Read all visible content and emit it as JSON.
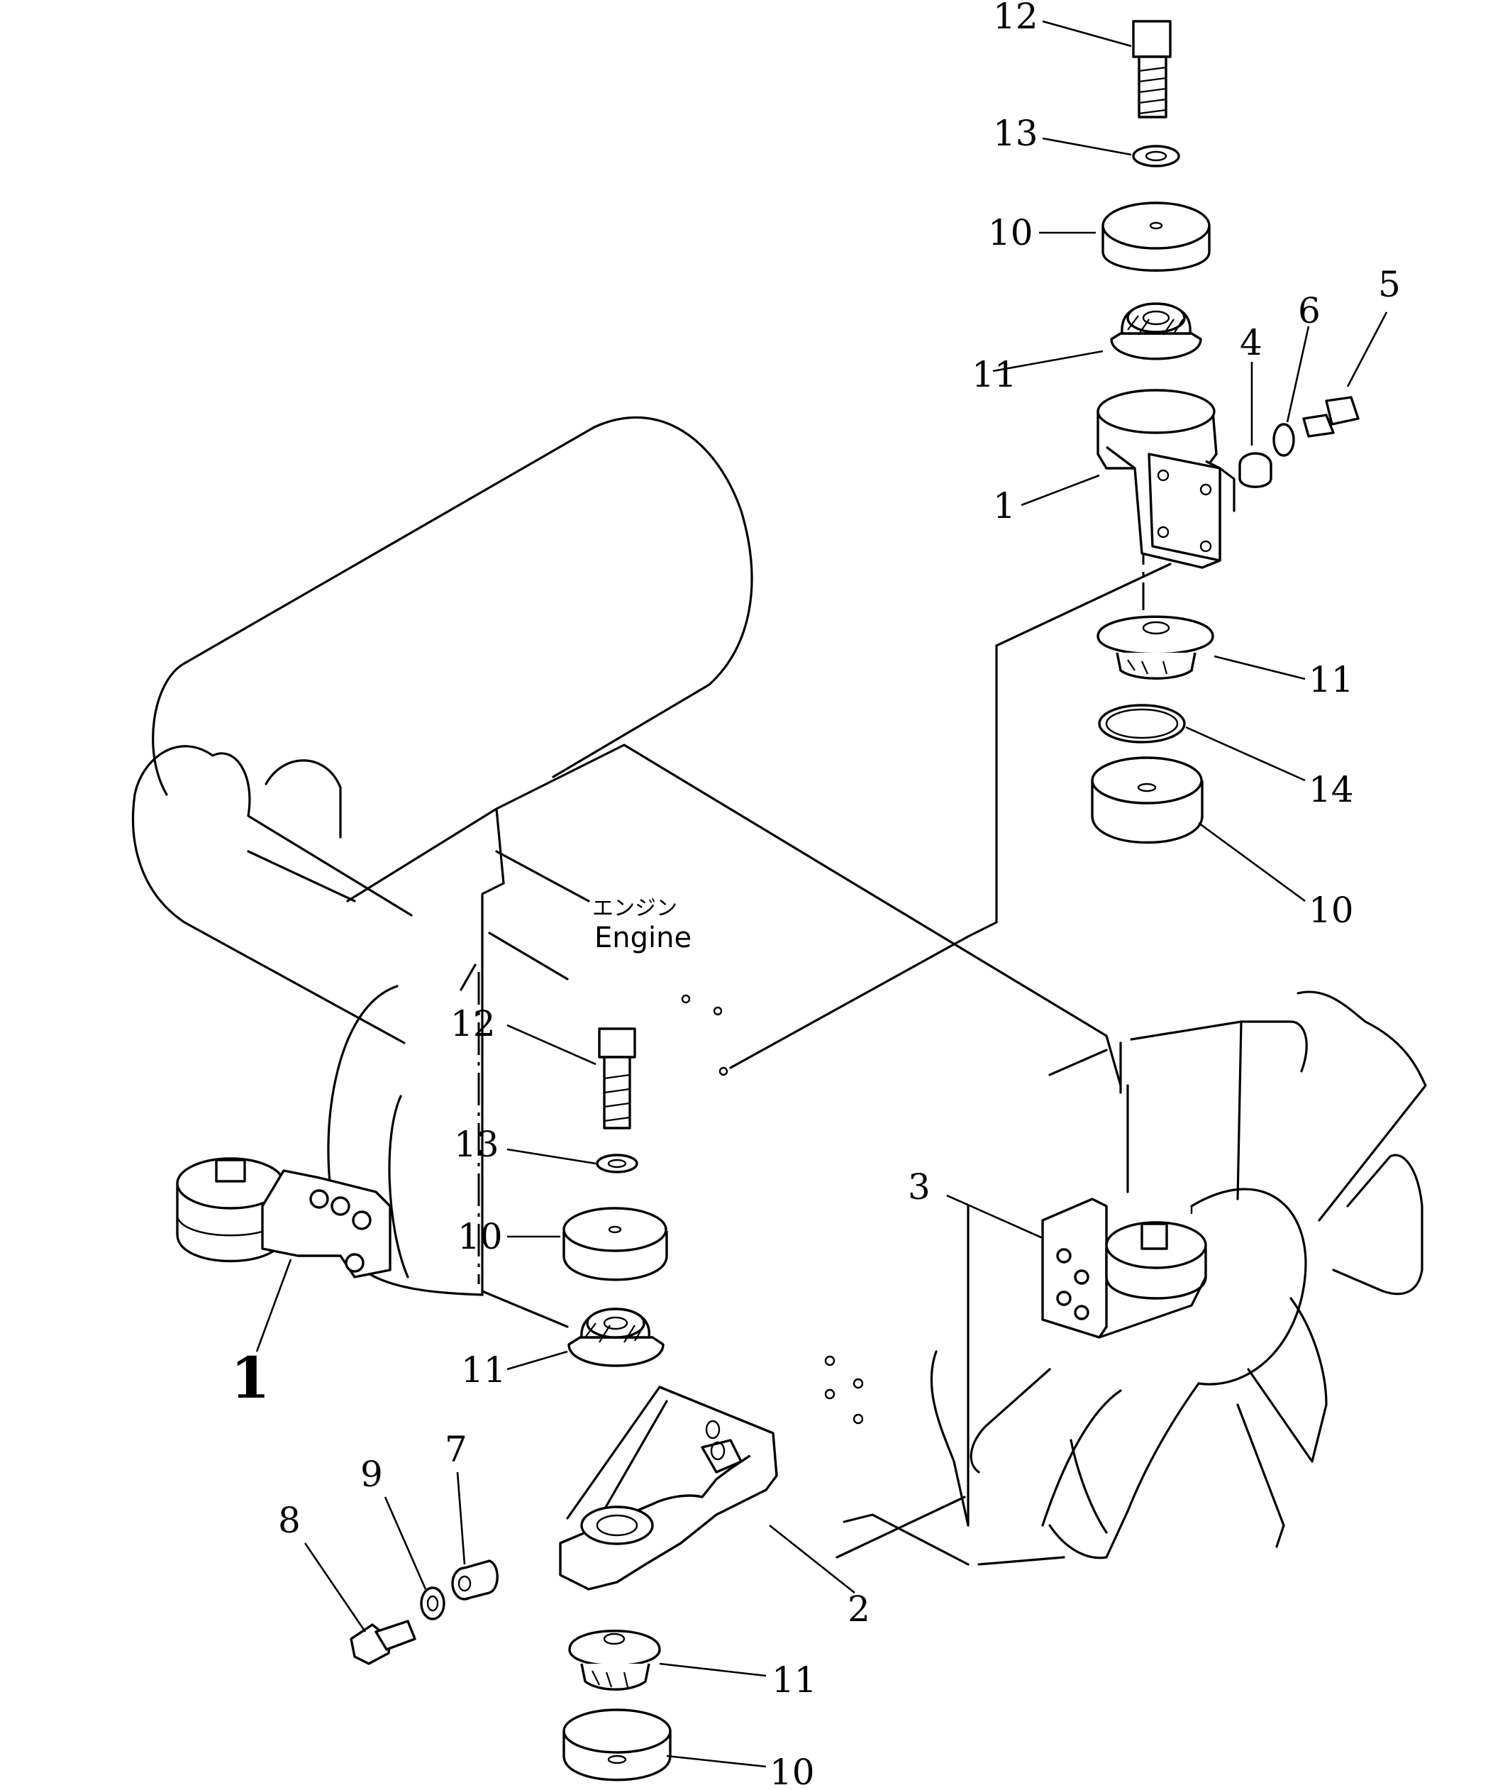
{
  "engine_label": {
    "japanese": "エンジン",
    "english": "Engine"
  },
  "callouts": {
    "c12_top": "12",
    "c13_top": "13",
    "c10_top": "10",
    "c11_top": "11",
    "c4": "4",
    "c6": "6",
    "c5": "5",
    "c1_right": "1",
    "c11_right": "11",
    "c14": "14",
    "c10_right": "10",
    "c12_mid": "12",
    "c13_mid": "13",
    "c10_mid": "10",
    "c11_mid": "11",
    "c3": "3",
    "c1_left": "1",
    "c7": "7",
    "c9": "9",
    "c8": "8",
    "c2": "2",
    "c11_bottom": "11",
    "c10_bottom": "10"
  }
}
